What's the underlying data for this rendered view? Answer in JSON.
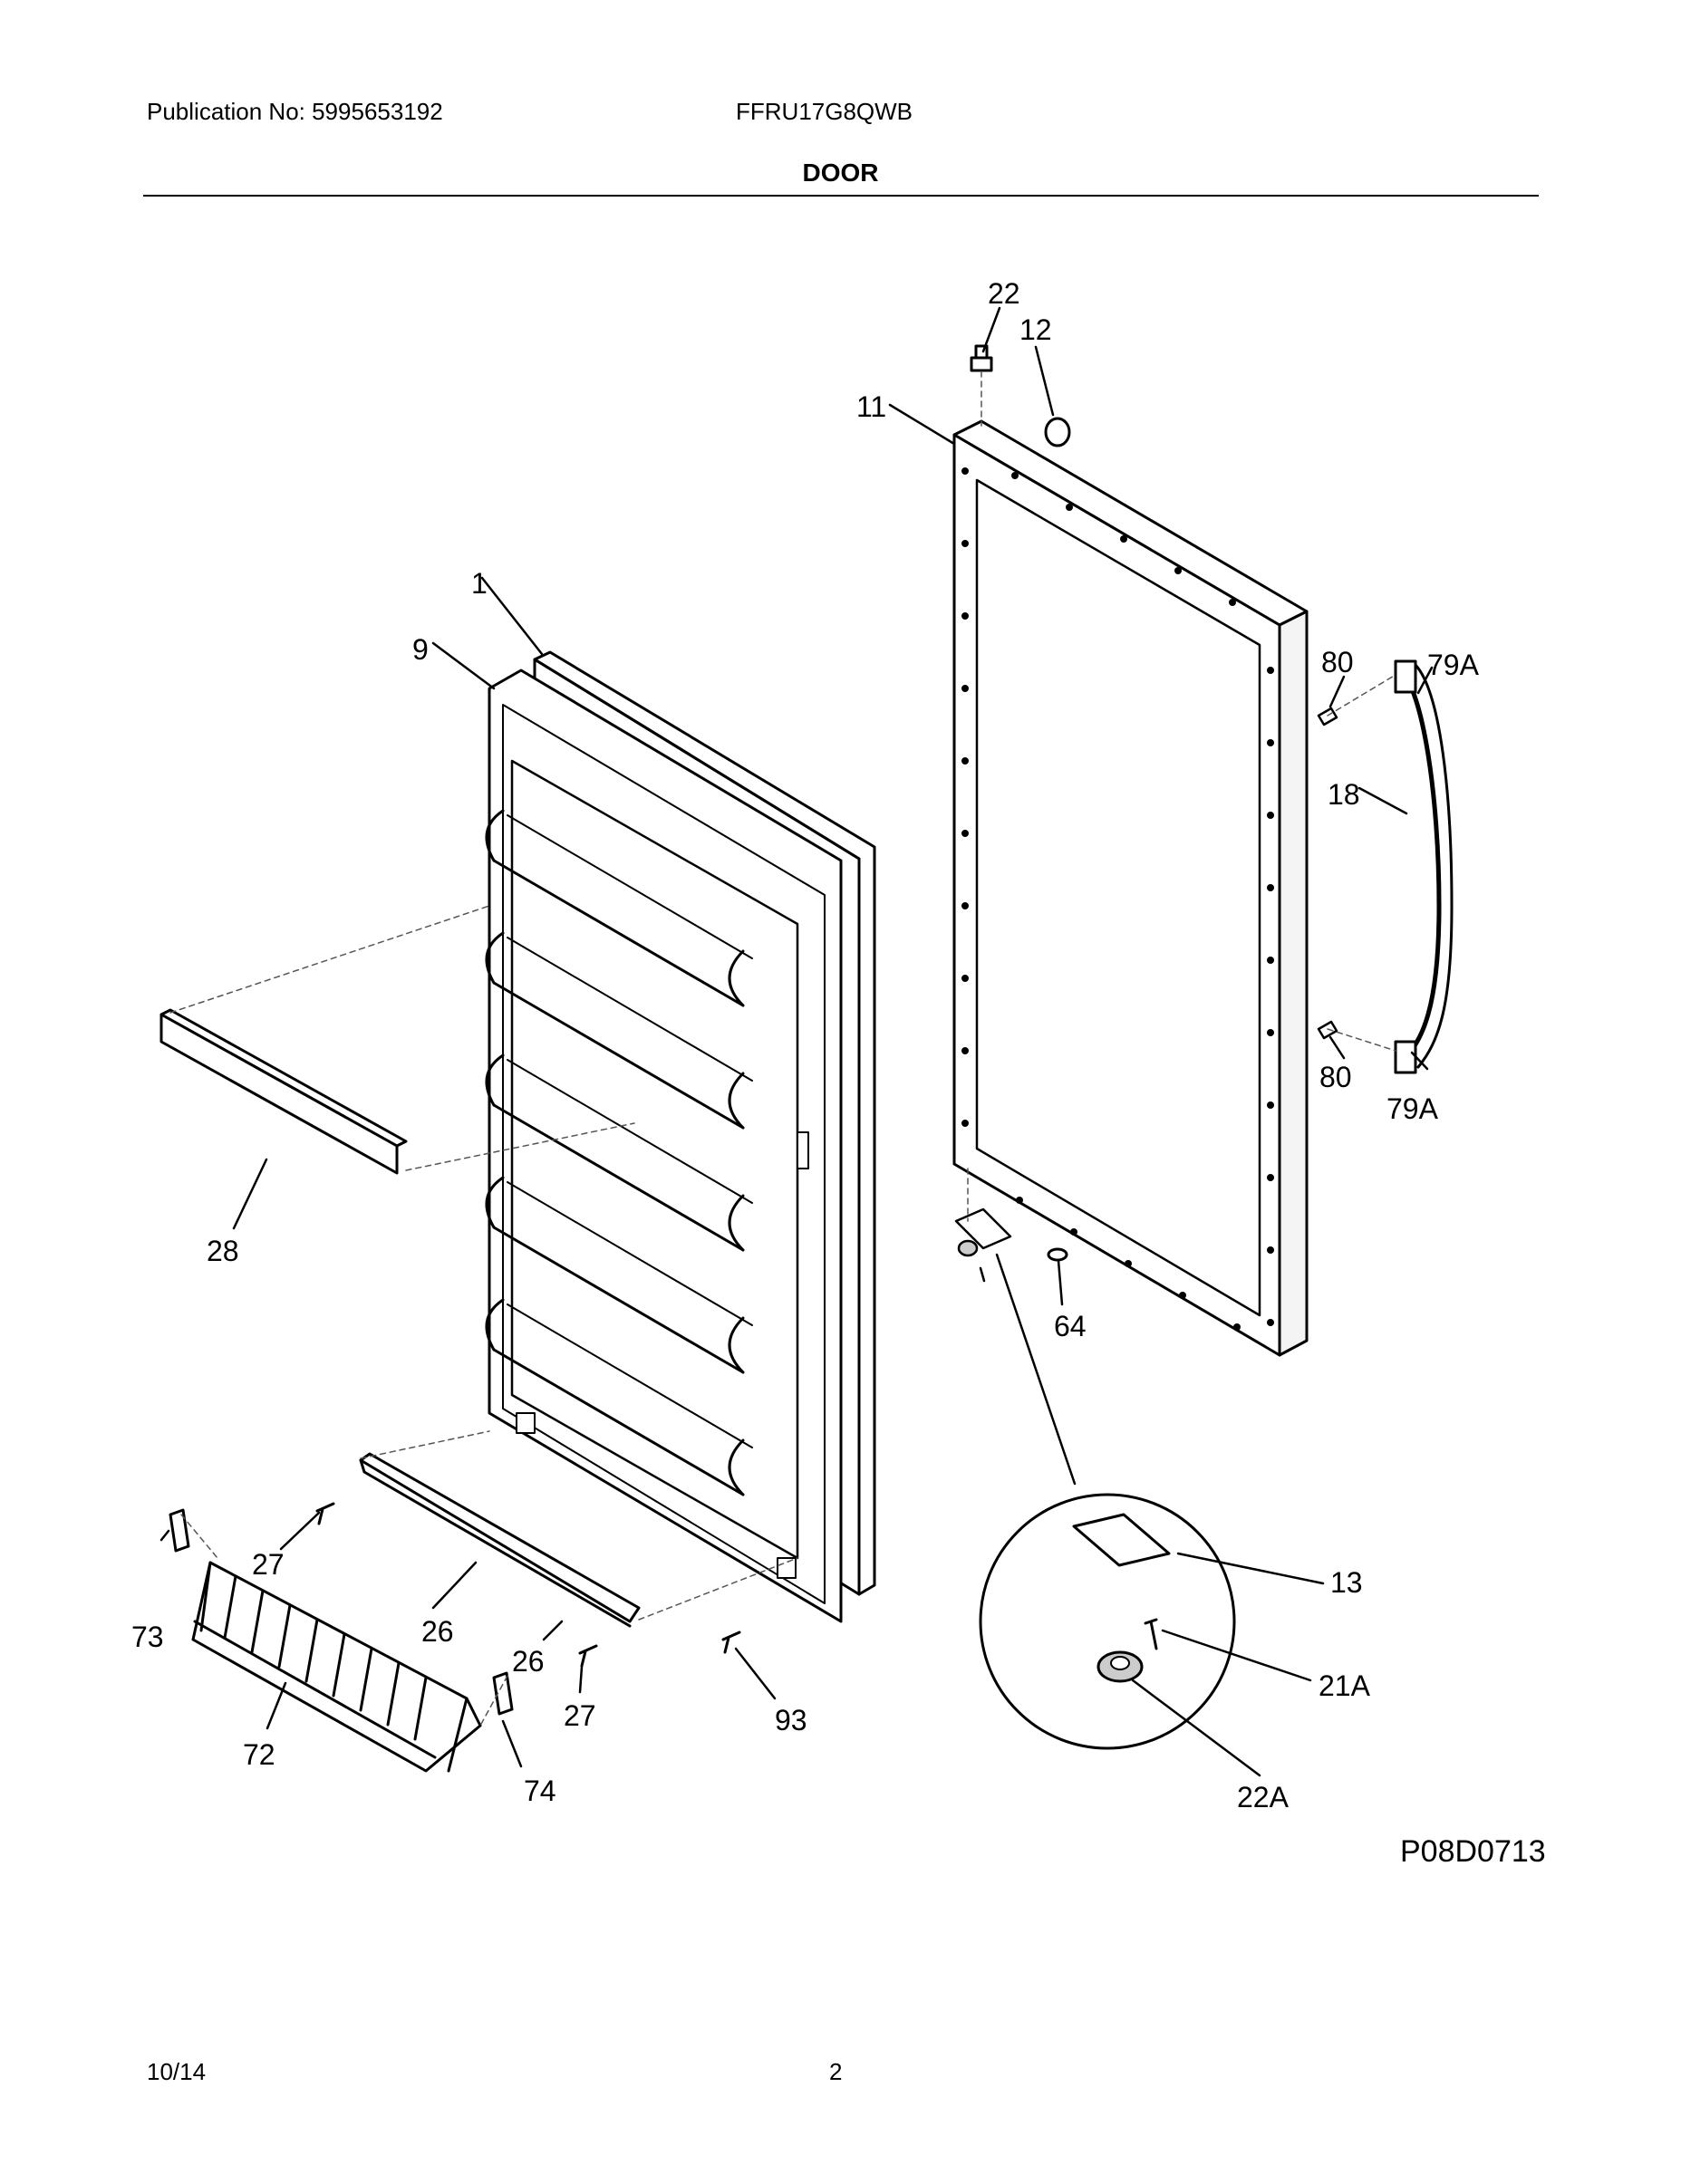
{
  "header": {
    "publication": "Publication No: 5995653192",
    "model": "FFRU17G8QWB",
    "section_title": "DOOR"
  },
  "callouts": {
    "c1": "1",
    "c9": "9",
    "c11": "11",
    "c12": "12",
    "c22": "22",
    "c80a": "80",
    "c80b": "80",
    "c79a_top": "79A",
    "c79a_bot": "79A",
    "c18": "18",
    "c28": "28",
    "c64": "64",
    "c13": "13",
    "c21a": "21A",
    "c22a": "22A",
    "c27a": "27",
    "c27b": "27",
    "c26a": "26",
    "c26b": "26",
    "c73": "73",
    "c72": "72",
    "c74": "74",
    "c93": "93"
  },
  "drawing_id": "P08D0713",
  "footer": {
    "date": "10/14",
    "page": "2"
  }
}
